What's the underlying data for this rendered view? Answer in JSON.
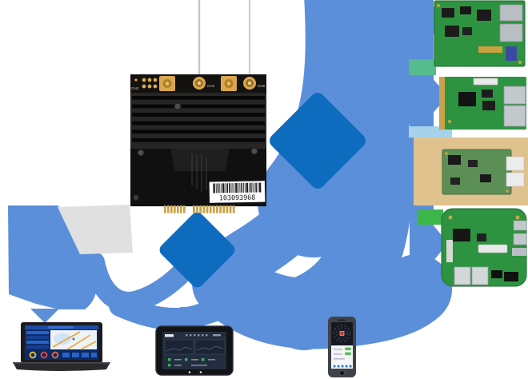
{
  "module": {
    "name": "wireless-mini-pcie-module",
    "barcode": "103093968",
    "channels": {
      "ch2": "CH2",
      "ch1": "CH1",
      "ch0": "CH0"
    }
  },
  "colors": {
    "arrow_light": "#5b8fd9",
    "arrow_dark": "#0e6cbe",
    "pcb_green": "#2e9340",
    "pcb_olive": "#5c8f55",
    "tan_band": "#e0c28f",
    "teal_strip": "#57bb90",
    "pale_blue_strip": "#a6d3ea",
    "green_strip": "#3cb54a",
    "barcode_label": "#ffffff"
  },
  "boards": [
    {
      "name": "carrier-board-top"
    },
    {
      "name": "carrier-board-ethernet"
    },
    {
      "name": "sbc-board"
    },
    {
      "name": "router-board"
    }
  ],
  "devices": [
    {
      "name": "laptop-dashboard"
    },
    {
      "name": "tablet-dashboard"
    },
    {
      "name": "smartphone-app"
    }
  ]
}
